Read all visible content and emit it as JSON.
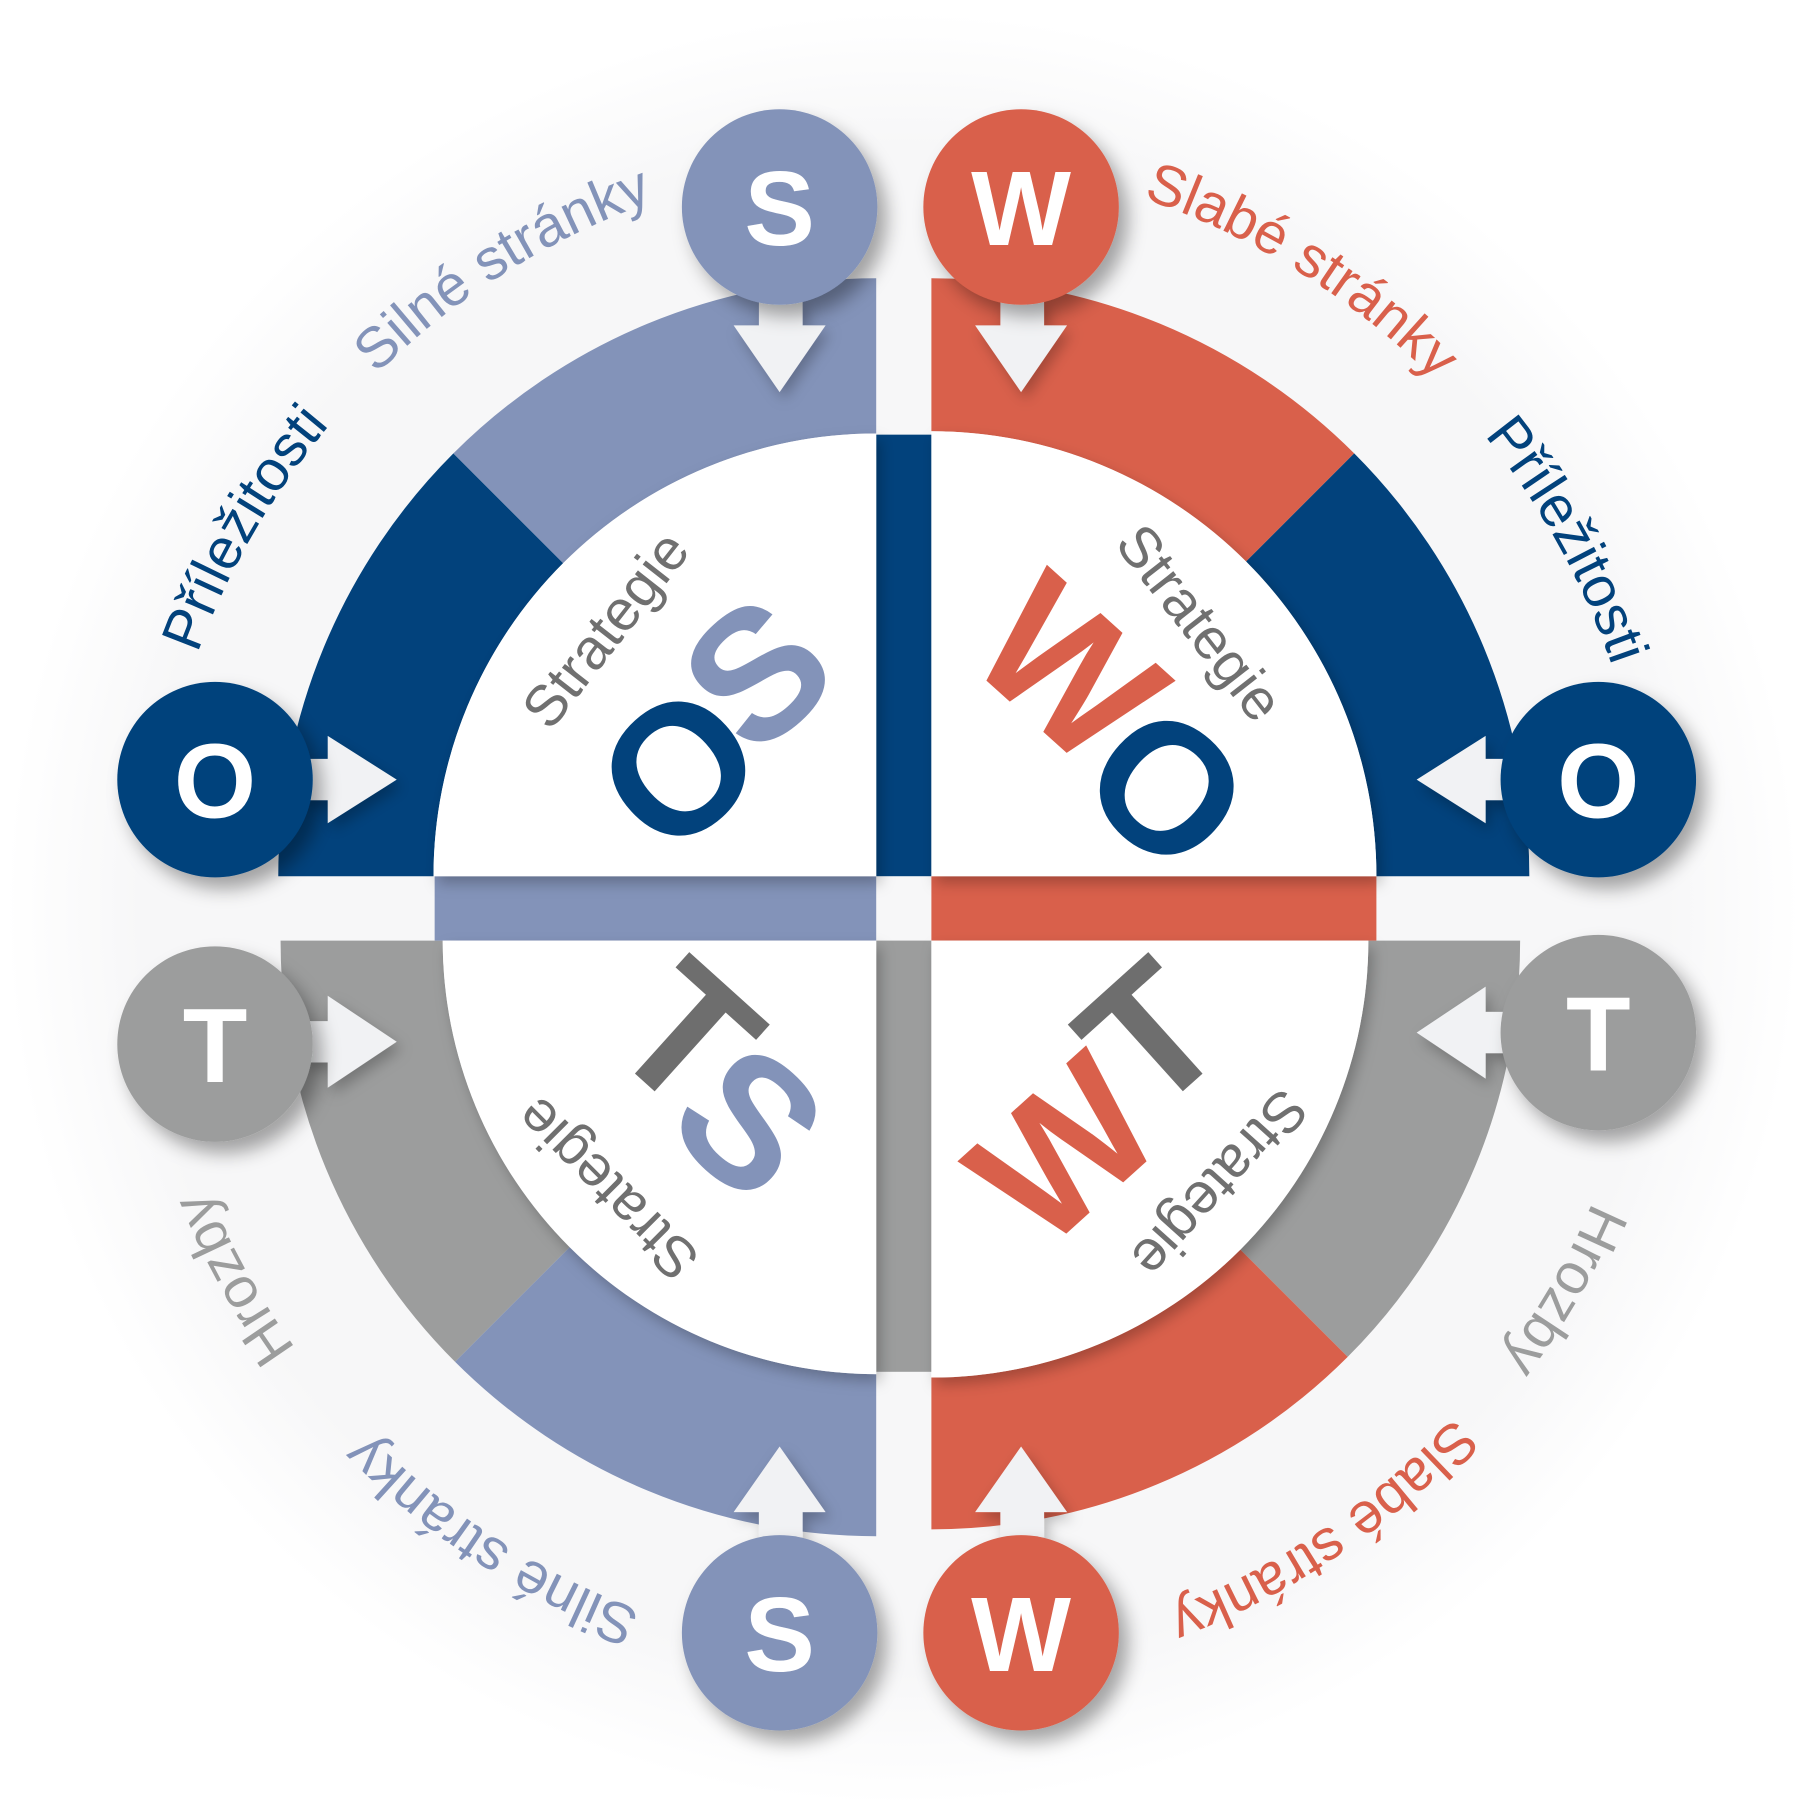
{
  "colors": {
    "strengths": "#8393b9",
    "weaknesses": "#d9604b",
    "opportunities": "#02427c",
    "threats": "#9c9d9d",
    "strategy_text": "#707070",
    "threat_letter": "#6e6e6e"
  },
  "circles": {
    "s": "S",
    "w": "W",
    "o": "O",
    "t": "T"
  },
  "labels": {
    "strengths": "Silné stránky",
    "weaknesses": "Slabé stránky",
    "opportunities": "Příležitosti",
    "threats": "Hrozby"
  },
  "quadrants": {
    "strategy_word": "Strategie",
    "os": {
      "first": "O",
      "second": "S"
    },
    "wo": {
      "first": "W",
      "second": "O"
    },
    "ts": {
      "first": "T",
      "second": "S"
    },
    "wt": {
      "first": "W",
      "second": "T"
    }
  }
}
